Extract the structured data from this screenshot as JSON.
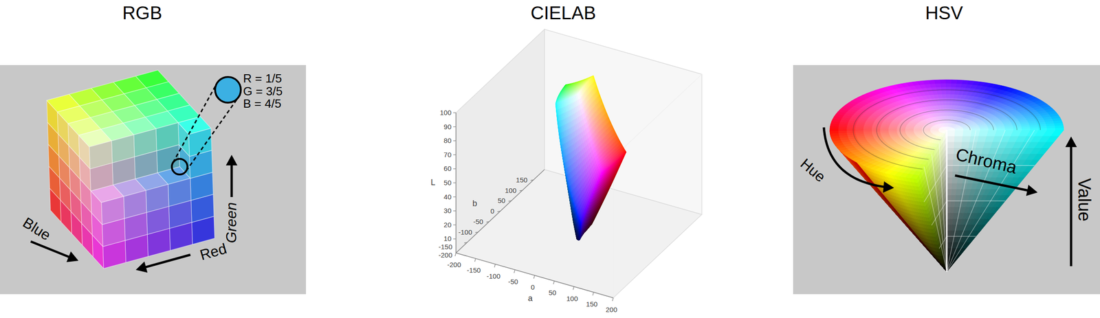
{
  "diagram": {
    "labels": [
      "RGB",
      "CIELAB",
      "HSV",
      "R = 1/5",
      "G = 3/5",
      "B = 4/5",
      "Blue",
      "Red",
      "Green",
      "100",
      "90",
      "80",
      "70",
      "60",
      "50",
      "40",
      "30",
      "20",
      "10",
      "L",
      "150",
      "100",
      "50",
      "0",
      "-50",
      "-100",
      "-150",
      "-200",
      "b",
      "-200",
      "-150",
      "-100",
      "-50",
      "0",
      "50",
      "100",
      "150",
      "200",
      "a",
      "Hue",
      "Chroma",
      "Value"
    ]
  }
}
